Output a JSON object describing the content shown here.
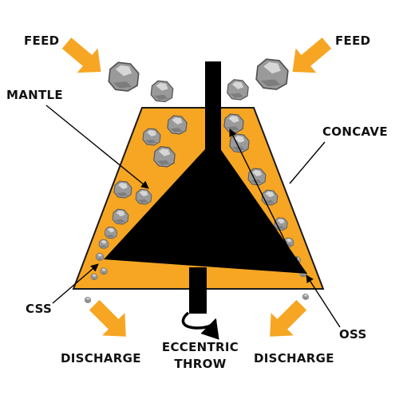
{
  "labels": {
    "feed_left": "FEED",
    "feed_right": "FEED",
    "mantle": "MANTLE",
    "concave": "CONCAVE",
    "css": "CSS",
    "oss": "OSS",
    "discharge_left": "DISCHARGE",
    "discharge_right": "DISCHARGE",
    "eccentric_line1": "ECCENTRIC",
    "eccentric_line2": "THROW"
  },
  "colors": {
    "concave_fill": "#F6A623",
    "concave_stroke": "#1a1a1a",
    "mantle_fill": "#000000",
    "arrow_fill": "#F6A623",
    "rock_fill": "#9a9a9a",
    "rock_highlight": "#d6d6d6",
    "rock_stroke": "#555555"
  }
}
